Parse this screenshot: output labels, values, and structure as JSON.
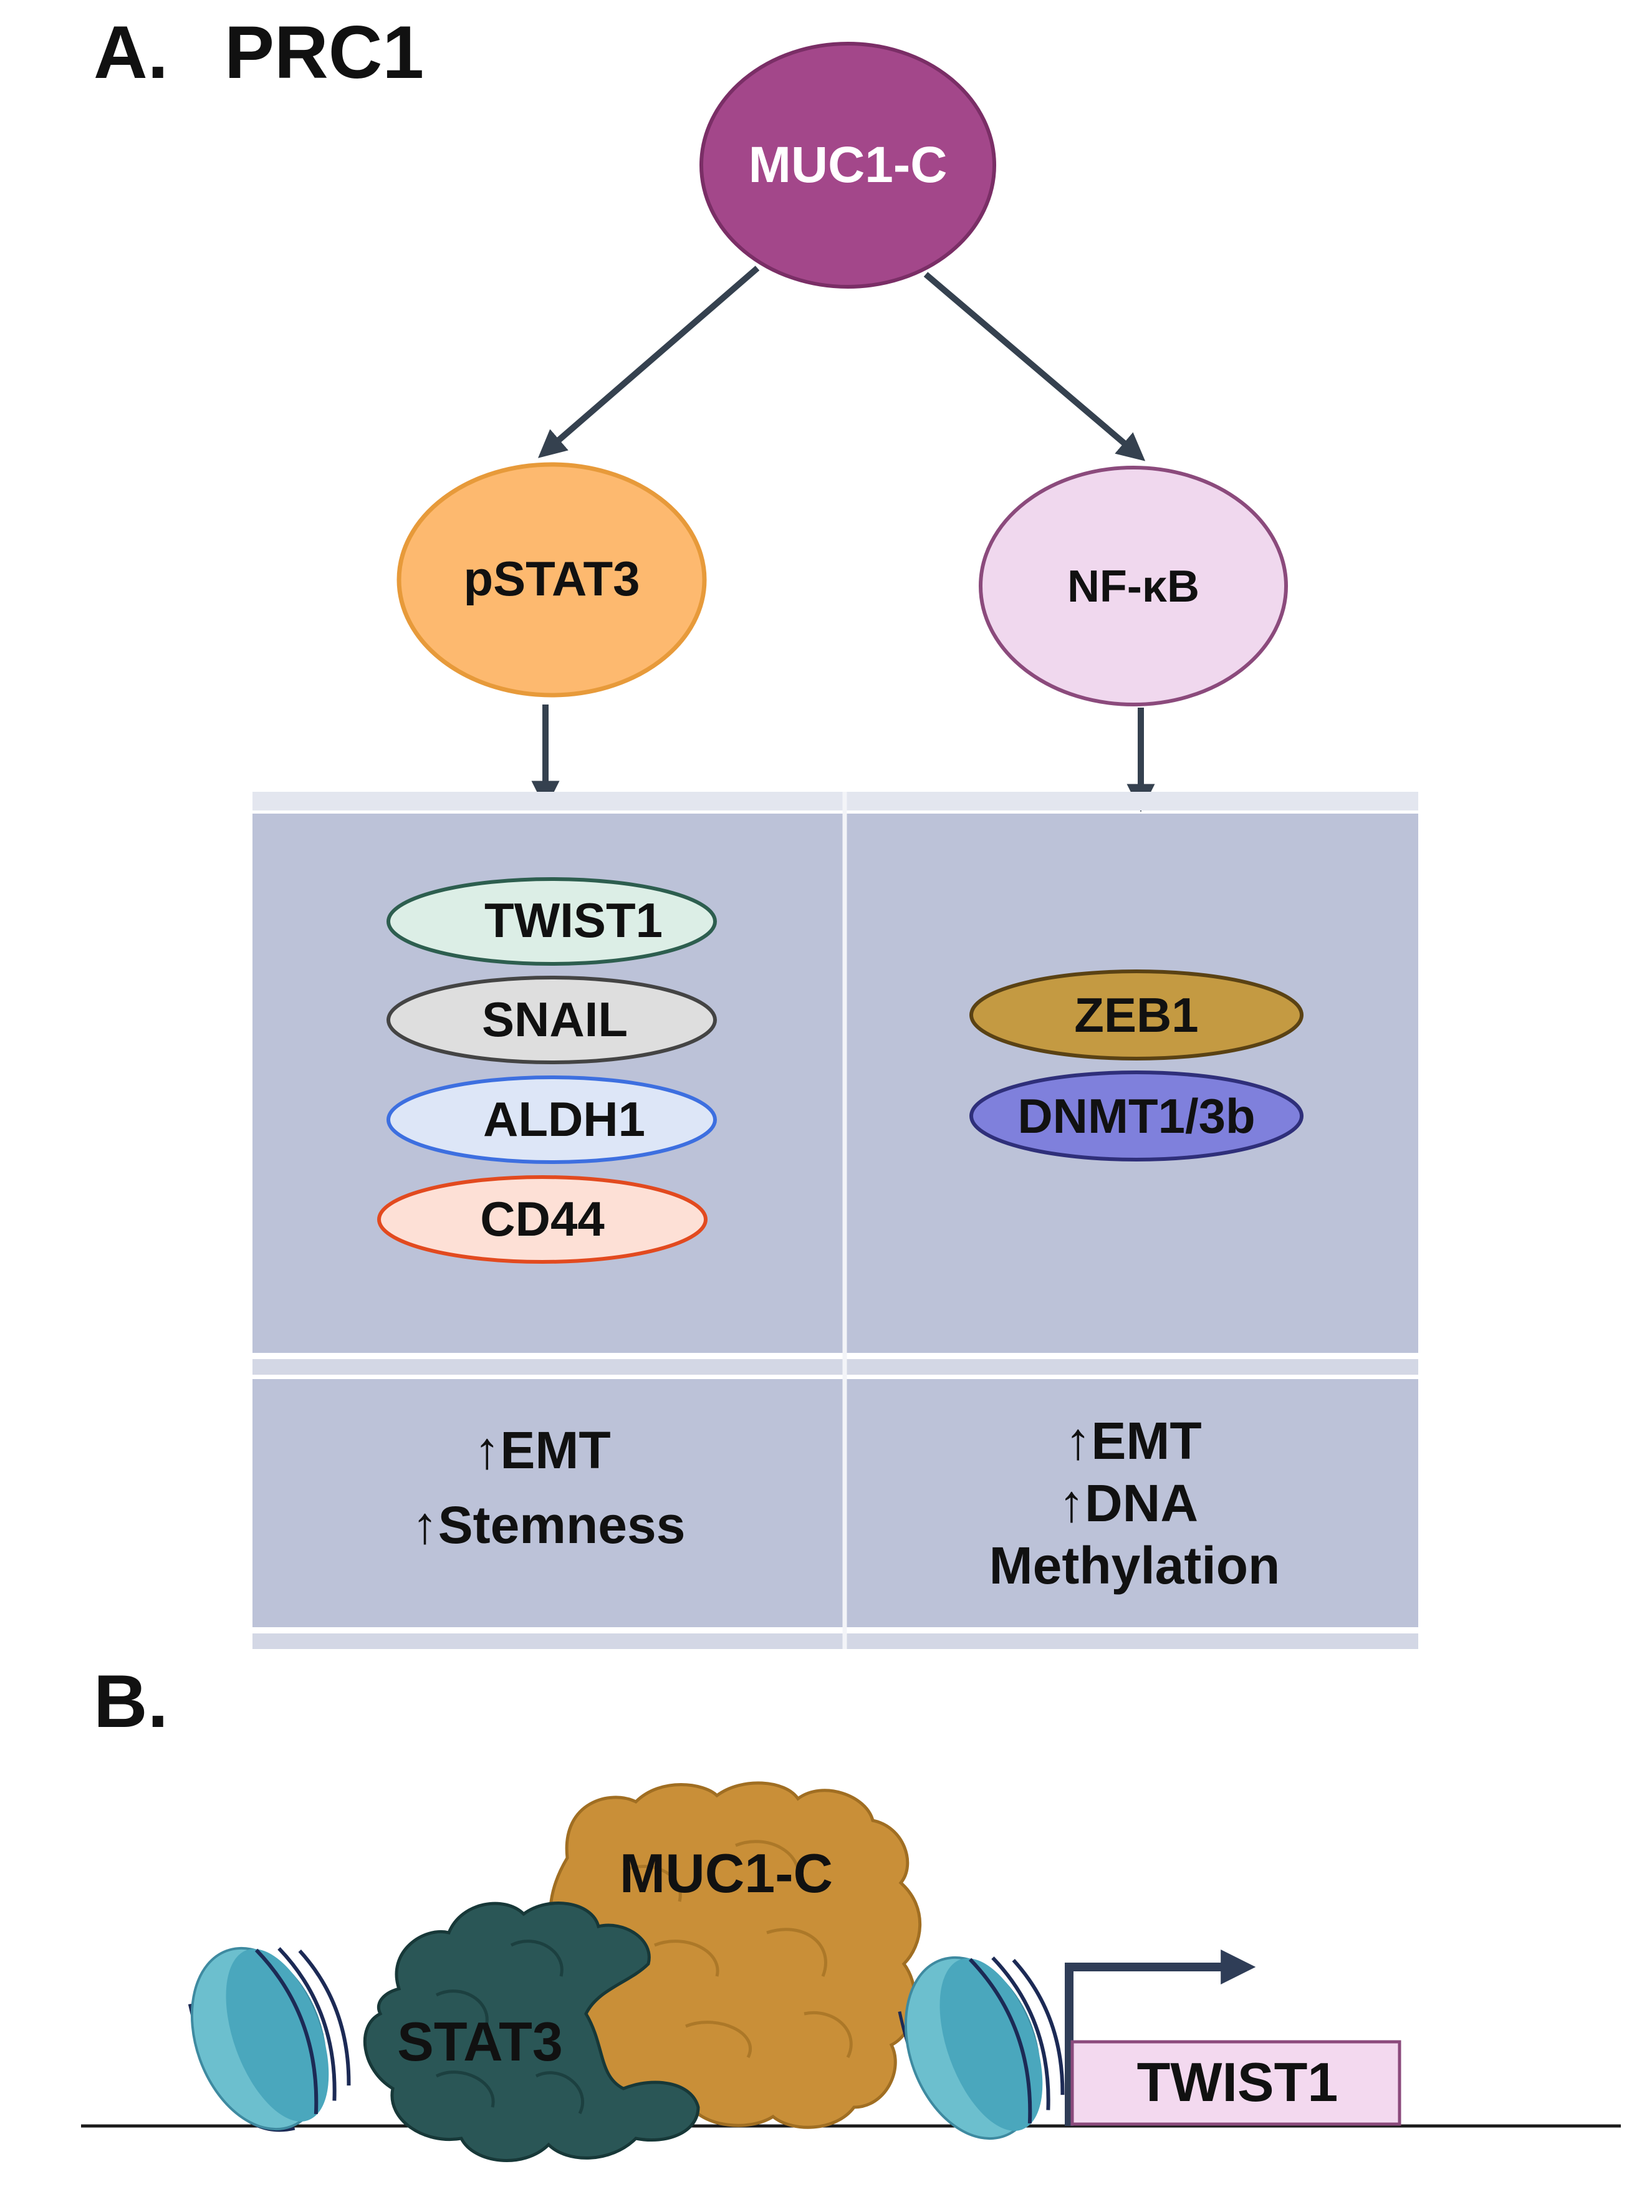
{
  "panel_a": {
    "label": "A.",
    "title": "PRC1",
    "top_node": "MUC1-C",
    "left_node": "pSTAT3",
    "right_node": "NF-κB",
    "left_targets": [
      "TWIST1",
      "SNAIL",
      "ALDH1",
      "CD44"
    ],
    "right_targets": [
      "ZEB1",
      "DNMT1/3b"
    ],
    "left_outcomes": [
      "↑EMT",
      "↑Stemness"
    ],
    "right_outcomes": [
      "↑EMT",
      "↑DNA",
      "Methylation"
    ]
  },
  "panel_b": {
    "label": "B.",
    "complex_top": "MUC1-C",
    "complex_left": "STAT3",
    "gene": "TWIST1"
  },
  "colors": {
    "muc1c_node": "#a3478a",
    "pstat3_node": "#fdb96f",
    "nfkb_node": "#f0d8ee",
    "table_fill": "#bcc2d8",
    "arrow": "#35414f",
    "twist1": "#dceee6",
    "snail": "#dedede",
    "aldh1": "#dde6f7",
    "cd44": "#fde0d6",
    "zeb1": "#c49a42",
    "dnmt": "#7f80dc",
    "muc1c_protein": "#c98f38",
    "stat3_protein": "#2a5656",
    "nucleosome": "#6cbfce",
    "gene_box": "#f3d9ef"
  }
}
